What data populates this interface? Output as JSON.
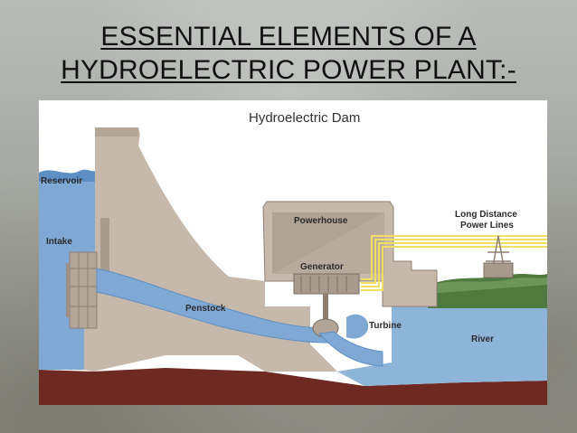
{
  "slide": {
    "title_line1": "ESSENTIAL ELEMENTS OF A",
    "title_line2": "HYDROELECTRIC POWER PLANT:-"
  },
  "diagram": {
    "title": "Hydroelectric Dam",
    "labels": {
      "reservoir": "Reservoir",
      "intake": "Intake",
      "powerhouse": "Powerhouse",
      "generator": "Generator",
      "penstock": "Penstock",
      "turbine": "Turbine",
      "river": "River",
      "power_lines_1": "Long Distance",
      "power_lines_2": "Power Lines"
    },
    "colors": {
      "water": "#7fa9d4",
      "water_light": "#a9c8e6",
      "concrete": "#c6b8ab",
      "concrete_dark": "#9d8f83",
      "ground": "#6e2a22",
      "grass": "#4f7a3f",
      "lines": "#f1df62"
    }
  }
}
